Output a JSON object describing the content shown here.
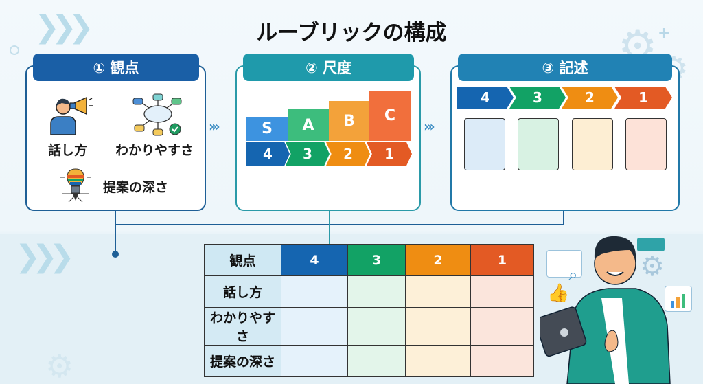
{
  "title": "ルーブリックの構成",
  "panels": {
    "viewpoint": {
      "header": "① 観点",
      "items": [
        {
          "label": "話し方",
          "icon": "megaphone-person-icon"
        },
        {
          "label": "わかりやすさ",
          "icon": "mind-map-cloud-icon"
        },
        {
          "label": "提案の深さ",
          "icon": "lightbulb-roots-icon"
        }
      ]
    },
    "scale": {
      "header": "② 尺度",
      "grades": [
        "S",
        "A",
        "B",
        "C"
      ],
      "scores": [
        "4",
        "3",
        "2",
        "1"
      ]
    },
    "description": {
      "header": "③ 記述",
      "scores": [
        "4",
        "3",
        "2",
        "1"
      ]
    }
  },
  "arrows": {
    "between": "›››"
  },
  "table": {
    "header": [
      "観点",
      "4",
      "3",
      "2",
      "1"
    ],
    "rows": [
      {
        "label": "話し方",
        "cells": [
          "",
          "",
          "",
          ""
        ]
      },
      {
        "label": "わかりやすさ",
        "cells": [
          "",
          "",
          "",
          ""
        ]
      },
      {
        "label": "提案の深さ",
        "cells": [
          "",
          "",
          "",
          ""
        ]
      }
    ]
  },
  "colors": {
    "score4": "#1565b0",
    "score3": "#12a265",
    "score2": "#ef8d12",
    "score1": "#e35a24",
    "gradeS": "#3d93e0",
    "gradeA": "#3dbd7d",
    "gradeB": "#f3a23a",
    "gradeC": "#f16f3c"
  }
}
